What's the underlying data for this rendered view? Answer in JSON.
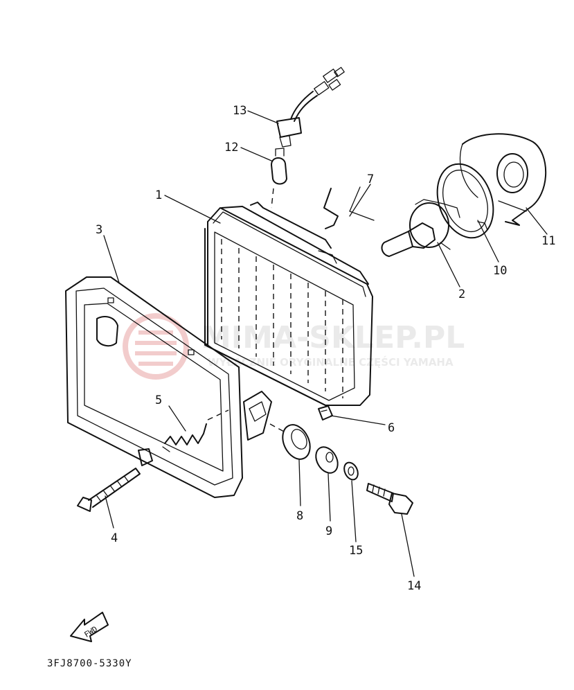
{
  "diagram_code": "3FJ8700-5330Y",
  "watermark": {
    "title": "MIMA-SKLEP.PL",
    "subtitle": "WYŁĄCZNIE ORYGINALNE CZĘŚCI YAMAHA",
    "color": "#e8a3a3"
  },
  "fwd_label": "FWD",
  "callouts": [
    "1",
    "2",
    "3",
    "4",
    "5",
    "6",
    "7",
    "8",
    "9",
    "10",
    "11",
    "12",
    "13",
    "14",
    "15"
  ],
  "parts": [
    {
      "number": "1",
      "name": "headlight-unit"
    },
    {
      "number": "2",
      "name": "bulb"
    },
    {
      "number": "3",
      "name": "headlight-rim"
    },
    {
      "number": "4",
      "name": "adjusting-screw"
    },
    {
      "number": "5",
      "name": "spring"
    },
    {
      "number": "6",
      "name": "nut"
    },
    {
      "number": "7",
      "name": "spring-clip"
    },
    {
      "number": "8",
      "name": "grommet"
    },
    {
      "number": "9",
      "name": "collar"
    },
    {
      "number": "10",
      "name": "bulb-holder"
    },
    {
      "number": "11",
      "name": "bulb-cover"
    },
    {
      "number": "12",
      "name": "auxiliary-bulb"
    },
    {
      "number": "13",
      "name": "socket-cord"
    },
    {
      "number": "14",
      "name": "bolt"
    },
    {
      "number": "15",
      "name": "washer"
    }
  ]
}
